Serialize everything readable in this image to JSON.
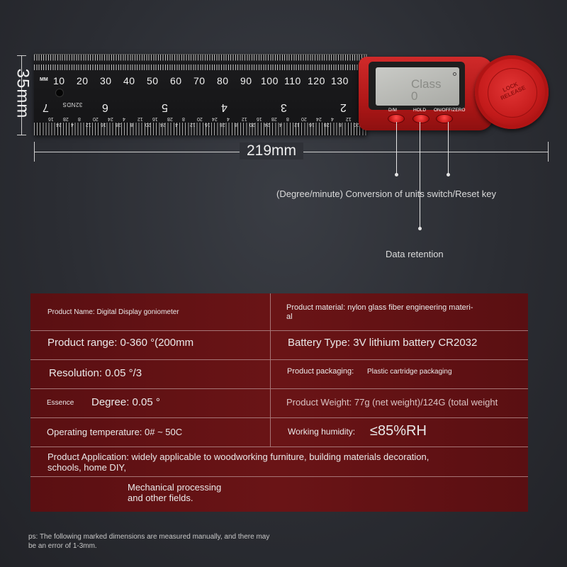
{
  "ruler": {
    "unit_label": "MM",
    "mm_scale": [
      "10",
      "20",
      "30",
      "40",
      "50",
      "60",
      "70",
      "80",
      "90",
      "100",
      "110",
      "120",
      "130"
    ],
    "inch_scale": [
      "7",
      "6",
      "5",
      "4",
      "3",
      "2"
    ],
    "fraction_marks": [
      "16",
      "24",
      "28",
      "4",
      "8",
      "12",
      "20"
    ],
    "model_mark": "32NDS"
  },
  "device": {
    "lcd_text_line1": "Class",
    "lcd_text_line2": "0",
    "buttons": [
      {
        "label": "D/M"
      },
      {
        "label": "HOLD"
      },
      {
        "label": "ON/OFF/ZERO"
      }
    ],
    "knob_text": "LOCK\nRELEASE"
  },
  "dimensions": {
    "height": "35mm",
    "length": "219mm"
  },
  "callouts": {
    "conversion": "(Degree/minute) Conversion of units switch/Reset key",
    "retention": "Data retention"
  },
  "specs": {
    "product_name": "Product Name: Digital Display goniometer",
    "product_material_line1": "Product material: nylon glass fiber engineering materi-",
    "product_material_line2": "al",
    "product_range": "Product range: 0-360 °(200mm",
    "battery_type": "Battery Type: 3V lithium battery CR2032",
    "resolution": "Resolution: 0.05 °/3",
    "packaging_label": "Product packaging:",
    "packaging_value": "Plastic cartridge packaging",
    "essence_label": "Essence",
    "essence_value": "Degree: 0.05 °",
    "weight": "Product Weight: 77g (net weight)/124G (total weight",
    "operating_temp": "Operating temperature: 0# ~ 50C",
    "humidity_label": "Working humidity:",
    "humidity_value": "≤85%RH",
    "application_line1": "Product Application: widely applicable to woodworking furniture, building materials decoration,",
    "application_line2": "schools, home DIY,",
    "application_line3": "Mechanical processing",
    "application_line4": "and other fields."
  },
  "footnote": {
    "line1": "ps: The following marked dimensions are measured manually, and there may",
    "line2": "be an error of 1-3mm."
  },
  "colors": {
    "table_red": "#6a1416",
    "device_red": "#c81e1e",
    "background": "#2b2d33"
  }
}
